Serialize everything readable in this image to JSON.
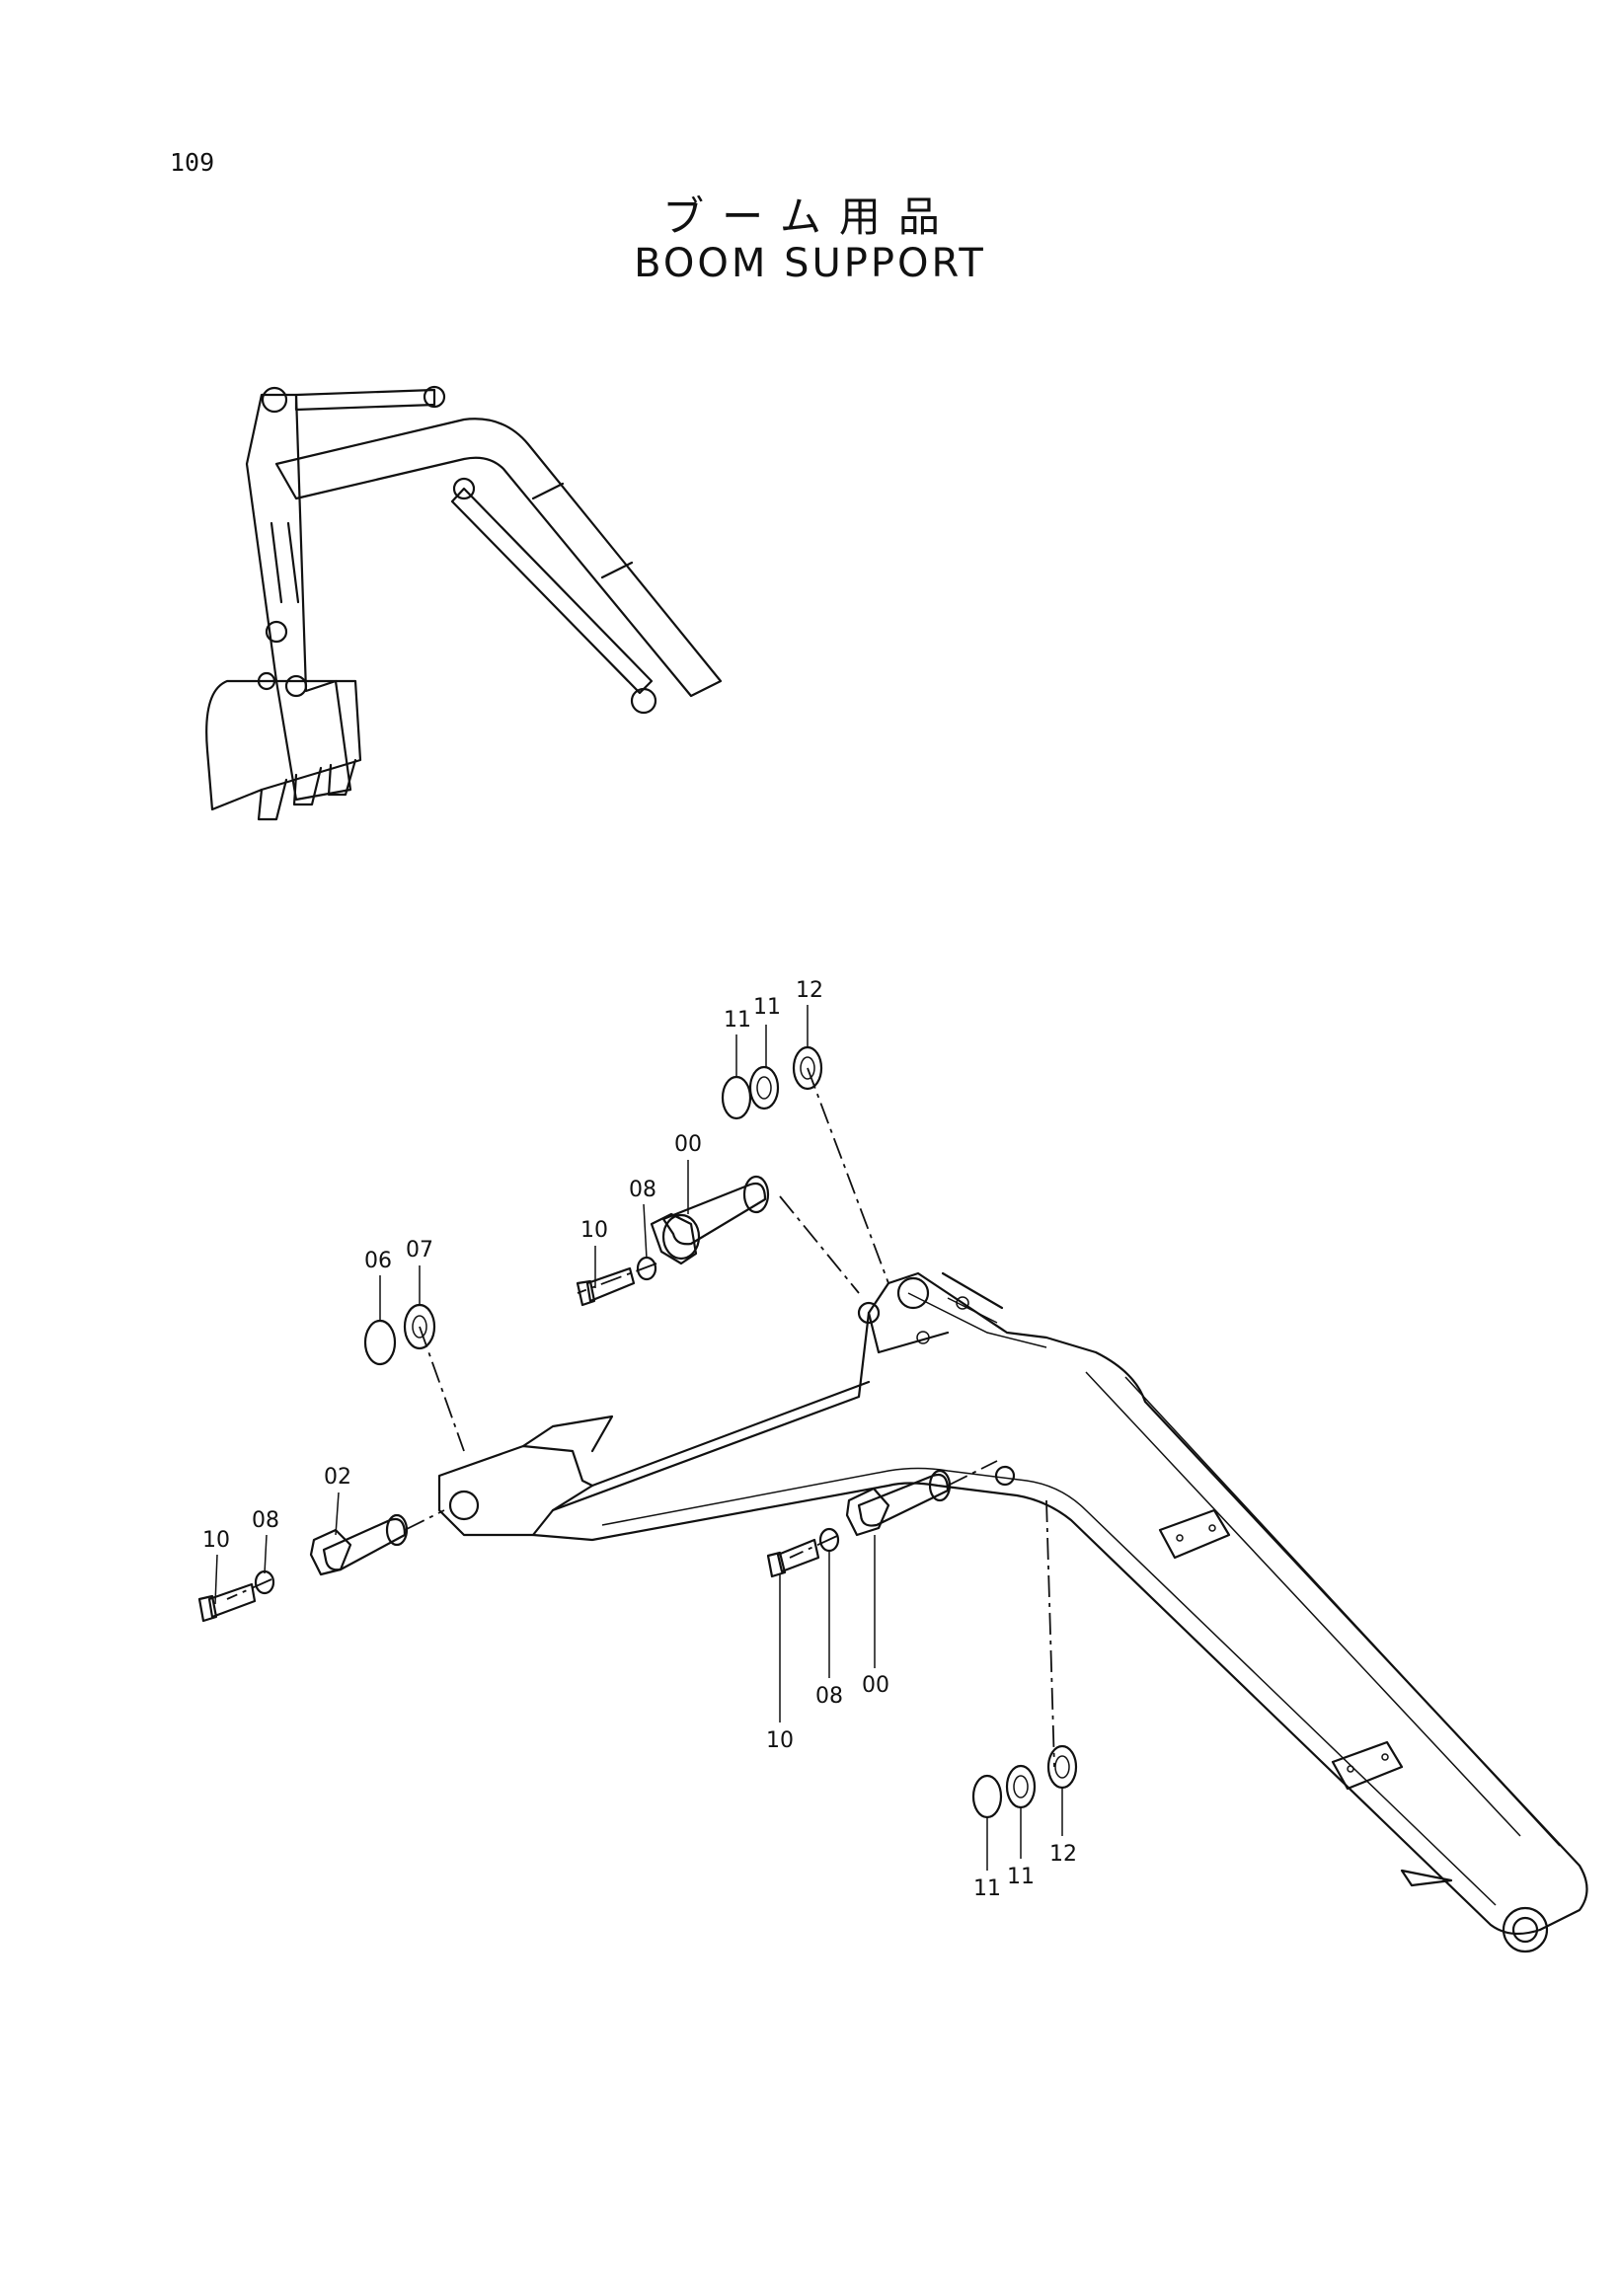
{
  "page": {
    "number": "109"
  },
  "title": {
    "japanese": "ブーム用品",
    "english": "BOOM  SUPPORT"
  },
  "callouts": [
    {
      "id": "c-12-top",
      "label": "12"
    },
    {
      "id": "c-11a-top",
      "label": "11"
    },
    {
      "id": "c-11b-top",
      "label": "11"
    },
    {
      "id": "c-00-top",
      "label": "00"
    },
    {
      "id": "c-08-top",
      "label": "08"
    },
    {
      "id": "c-10-top",
      "label": "10"
    },
    {
      "id": "c-06",
      "label": "06"
    },
    {
      "id": "c-07",
      "label": "07"
    },
    {
      "id": "c-02",
      "label": "02"
    },
    {
      "id": "c-08-left",
      "label": "08"
    },
    {
      "id": "c-10-left",
      "label": "10"
    },
    {
      "id": "c-10-bottom",
      "label": "10"
    },
    {
      "id": "c-08-bottom",
      "label": "08"
    },
    {
      "id": "c-00-bottom",
      "label": "00"
    },
    {
      "id": "c-11a-bottom",
      "label": "11"
    },
    {
      "id": "c-11b-bottom",
      "label": "11"
    },
    {
      "id": "c-12-bottom",
      "label": "12"
    }
  ]
}
